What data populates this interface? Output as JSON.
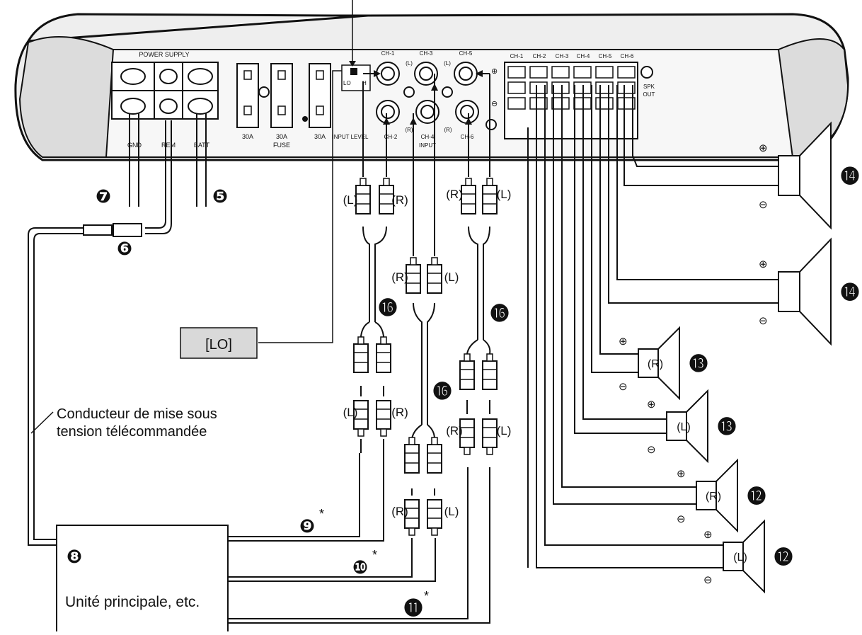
{
  "amplifier": {
    "power_supply_label": "POWER SUPPLY",
    "terminals": [
      {
        "id": "gnd",
        "label": "GND"
      },
      {
        "id": "rem",
        "label": "REM"
      },
      {
        "id": "batt",
        "label": "BATT"
      }
    ],
    "fuses": [
      {
        "rating": "30A"
      },
      {
        "rating": "30A"
      },
      {
        "rating": "30A"
      }
    ],
    "fuse_label": "FUSE",
    "input_level_label": "INPUT LEVEL",
    "input_switch_positions": [
      "LO",
      "H"
    ],
    "rca_inputs": [
      {
        "ch": "CH-1",
        "side": "(L)"
      },
      {
        "ch": "CH-3",
        "side": "(L)"
      },
      {
        "ch": "CH-5",
        "side": ""
      },
      {
        "ch": "CH-2",
        "side": ""
      },
      {
        "ch": "CH-4",
        "side": "(R)"
      },
      {
        "ch": "CH-6",
        "side": "(R)"
      }
    ],
    "input_label": "INPUT",
    "speaker_channels": [
      "CH-1",
      "CH-2",
      "CH-3",
      "CH-4",
      "CH-5",
      "CH-6"
    ],
    "spk_out_label": [
      "SPK",
      "OUT"
    ],
    "plus_symbol": "⊕",
    "minus_symbol": "⊖"
  },
  "callouts": {
    "n5": "❺",
    "n6": "❻",
    "n7": "❼",
    "n8": "❽",
    "n9": "❾",
    "n10": "❿",
    "n11": "⓫",
    "n12": "⓬",
    "n13": "⓭",
    "n14": "⓮",
    "n16": "⓰",
    "asterisk": "*"
  },
  "rca_labels": {
    "left": "(L)",
    "right": "(R)"
  },
  "speakers": [
    {
      "callout": "⓮",
      "label": ""
    },
    {
      "callout": "⓮",
      "label": ""
    },
    {
      "callout": "⓭",
      "label": "(R)"
    },
    {
      "callout": "⓭",
      "label": "(L)"
    },
    {
      "callout": "⓬",
      "label": "(R)"
    },
    {
      "callout": "⓬",
      "label": "(L)"
    }
  ],
  "lo_box": {
    "label": "[LO]"
  },
  "remote_wire": {
    "line1": "Conducteur de mise sous",
    "line2": "tension télécommandée"
  },
  "head_unit": {
    "callout": "❽",
    "label": "Unité principale, etc."
  }
}
